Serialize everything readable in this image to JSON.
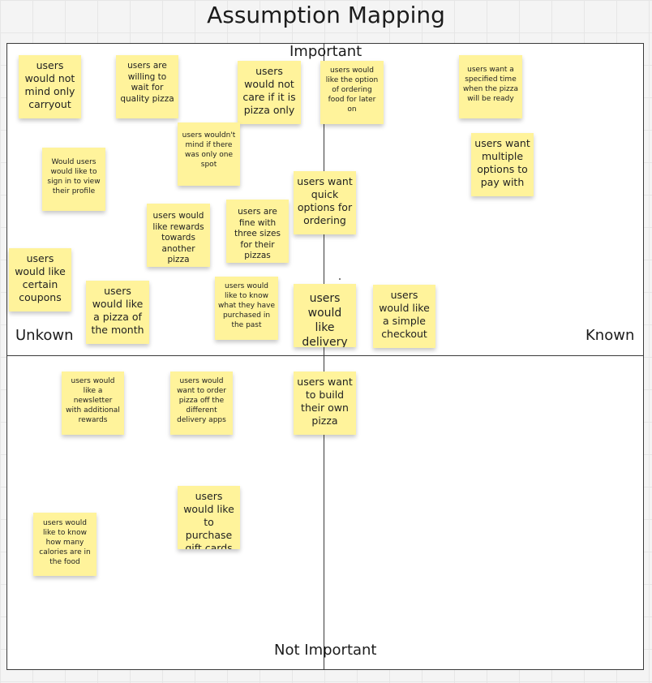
{
  "title": "Assumption Mapping",
  "axes": {
    "top": "Important",
    "bottom": "Not Important",
    "left": "Unkown",
    "right": "Known"
  },
  "notes": [
    {
      "id": "carryout",
      "text": "users would not mind only carryout"
    },
    {
      "id": "wait-quality",
      "text": "users are willing to wait for quality pizza"
    },
    {
      "id": "pizza-only",
      "text": "users would not care if it is pizza only"
    },
    {
      "id": "order-later",
      "text": "users would like the option of ordering food for later on"
    },
    {
      "id": "specified-time",
      "text": "users want a specified time when the pizza will be ready"
    },
    {
      "id": "one-spot",
      "text": "users wouldn't mind if there was only one spot"
    },
    {
      "id": "view-profile",
      "text": "Would users would like to sign in to view their profile"
    },
    {
      "id": "payment-options",
      "text": "users want multiple options to pay with"
    },
    {
      "id": "quick-options",
      "text": "users want quick options for ordering"
    },
    {
      "id": "rewards",
      "text": "users would like rewards towards another pizza"
    },
    {
      "id": "three-sizes",
      "text": "users are fine with three sizes for their pizzas"
    },
    {
      "id": "coupons",
      "text": "users would like certain coupons"
    },
    {
      "id": "pizza-month",
      "text": "users would like a pizza of the month"
    },
    {
      "id": "purchase-history",
      "text": "users would like to know what they have purchased in the past"
    },
    {
      "id": "delivery",
      "text": "users would like delivery"
    },
    {
      "id": "simple-checkout",
      "text": "users would like a simple checkout"
    },
    {
      "id": "newsletter",
      "text": "users would like a newsletter with additional rewards"
    },
    {
      "id": "delivery-apps",
      "text": "users would want to order pizza off the different delivery apps"
    },
    {
      "id": "build-pizza",
      "text": "users want to build their own pizza"
    },
    {
      "id": "gift-cards",
      "text": "users would like to purchase gift cards"
    },
    {
      "id": "calories",
      "text": "users would like to know how many calories are in the food"
    }
  ]
}
